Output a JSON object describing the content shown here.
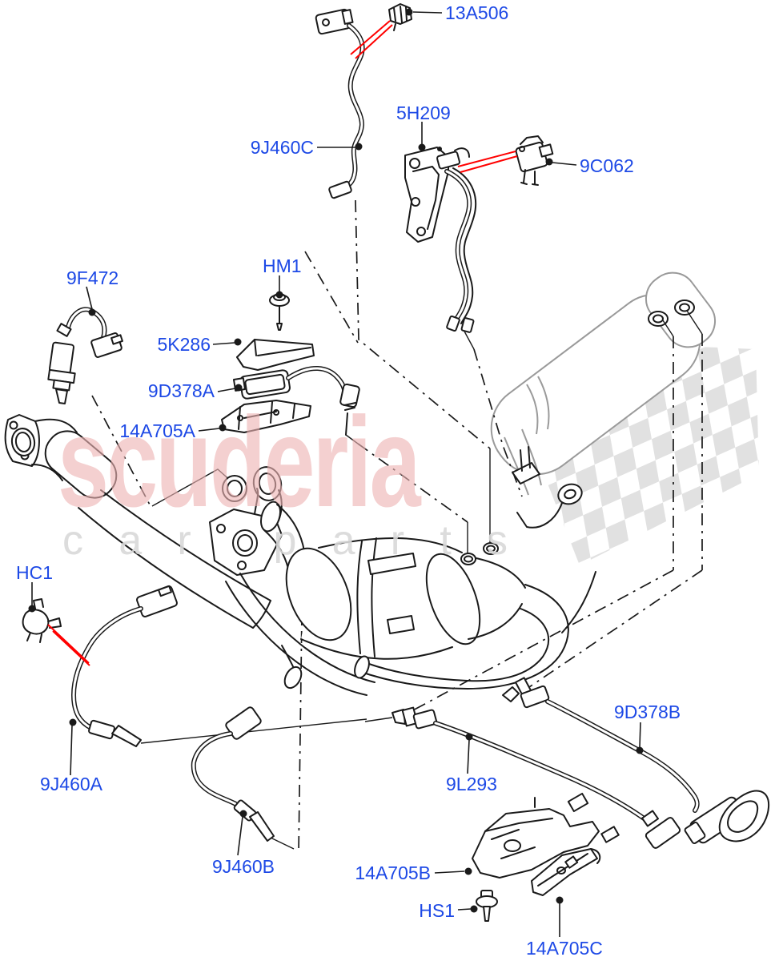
{
  "watermark": {
    "brand": "scuderia",
    "tagline": "car parts"
  },
  "palette": {
    "label_blue": "#1d49e6",
    "arrow_red": "#ff0000",
    "line_black": "#1a1a1a",
    "muffler_gray": "#9a9a9a",
    "brand_pink": "#eeb4b4",
    "tagline_gray": "#d9d9d9",
    "checker_gray": "#d4d4d4",
    "background": "#ffffff"
  },
  "diagram": {
    "type": "exploded-parts-diagram",
    "subject": "exhaust sensors and brackets",
    "leader_dot_icon": "black-dot",
    "pointer_icon": "red-double-arrow-line",
    "construction_line_icon": "dash-dot-line"
  },
  "labels": [
    {
      "text": "13A506"
    },
    {
      "text": "9J460C"
    },
    {
      "text": "5H209"
    },
    {
      "text": "9C062"
    },
    {
      "text": "9F472"
    },
    {
      "text": "HM1"
    },
    {
      "text": "5K286"
    },
    {
      "text": "9D378A"
    },
    {
      "text": "14A705A"
    },
    {
      "text": "HC1"
    },
    {
      "text": "9J460A"
    },
    {
      "text": "9J460B"
    },
    {
      "text": "9L293"
    },
    {
      "text": "9D378B"
    },
    {
      "text": "14A705B"
    },
    {
      "text": "HS1"
    },
    {
      "text": "14A705C"
    }
  ]
}
